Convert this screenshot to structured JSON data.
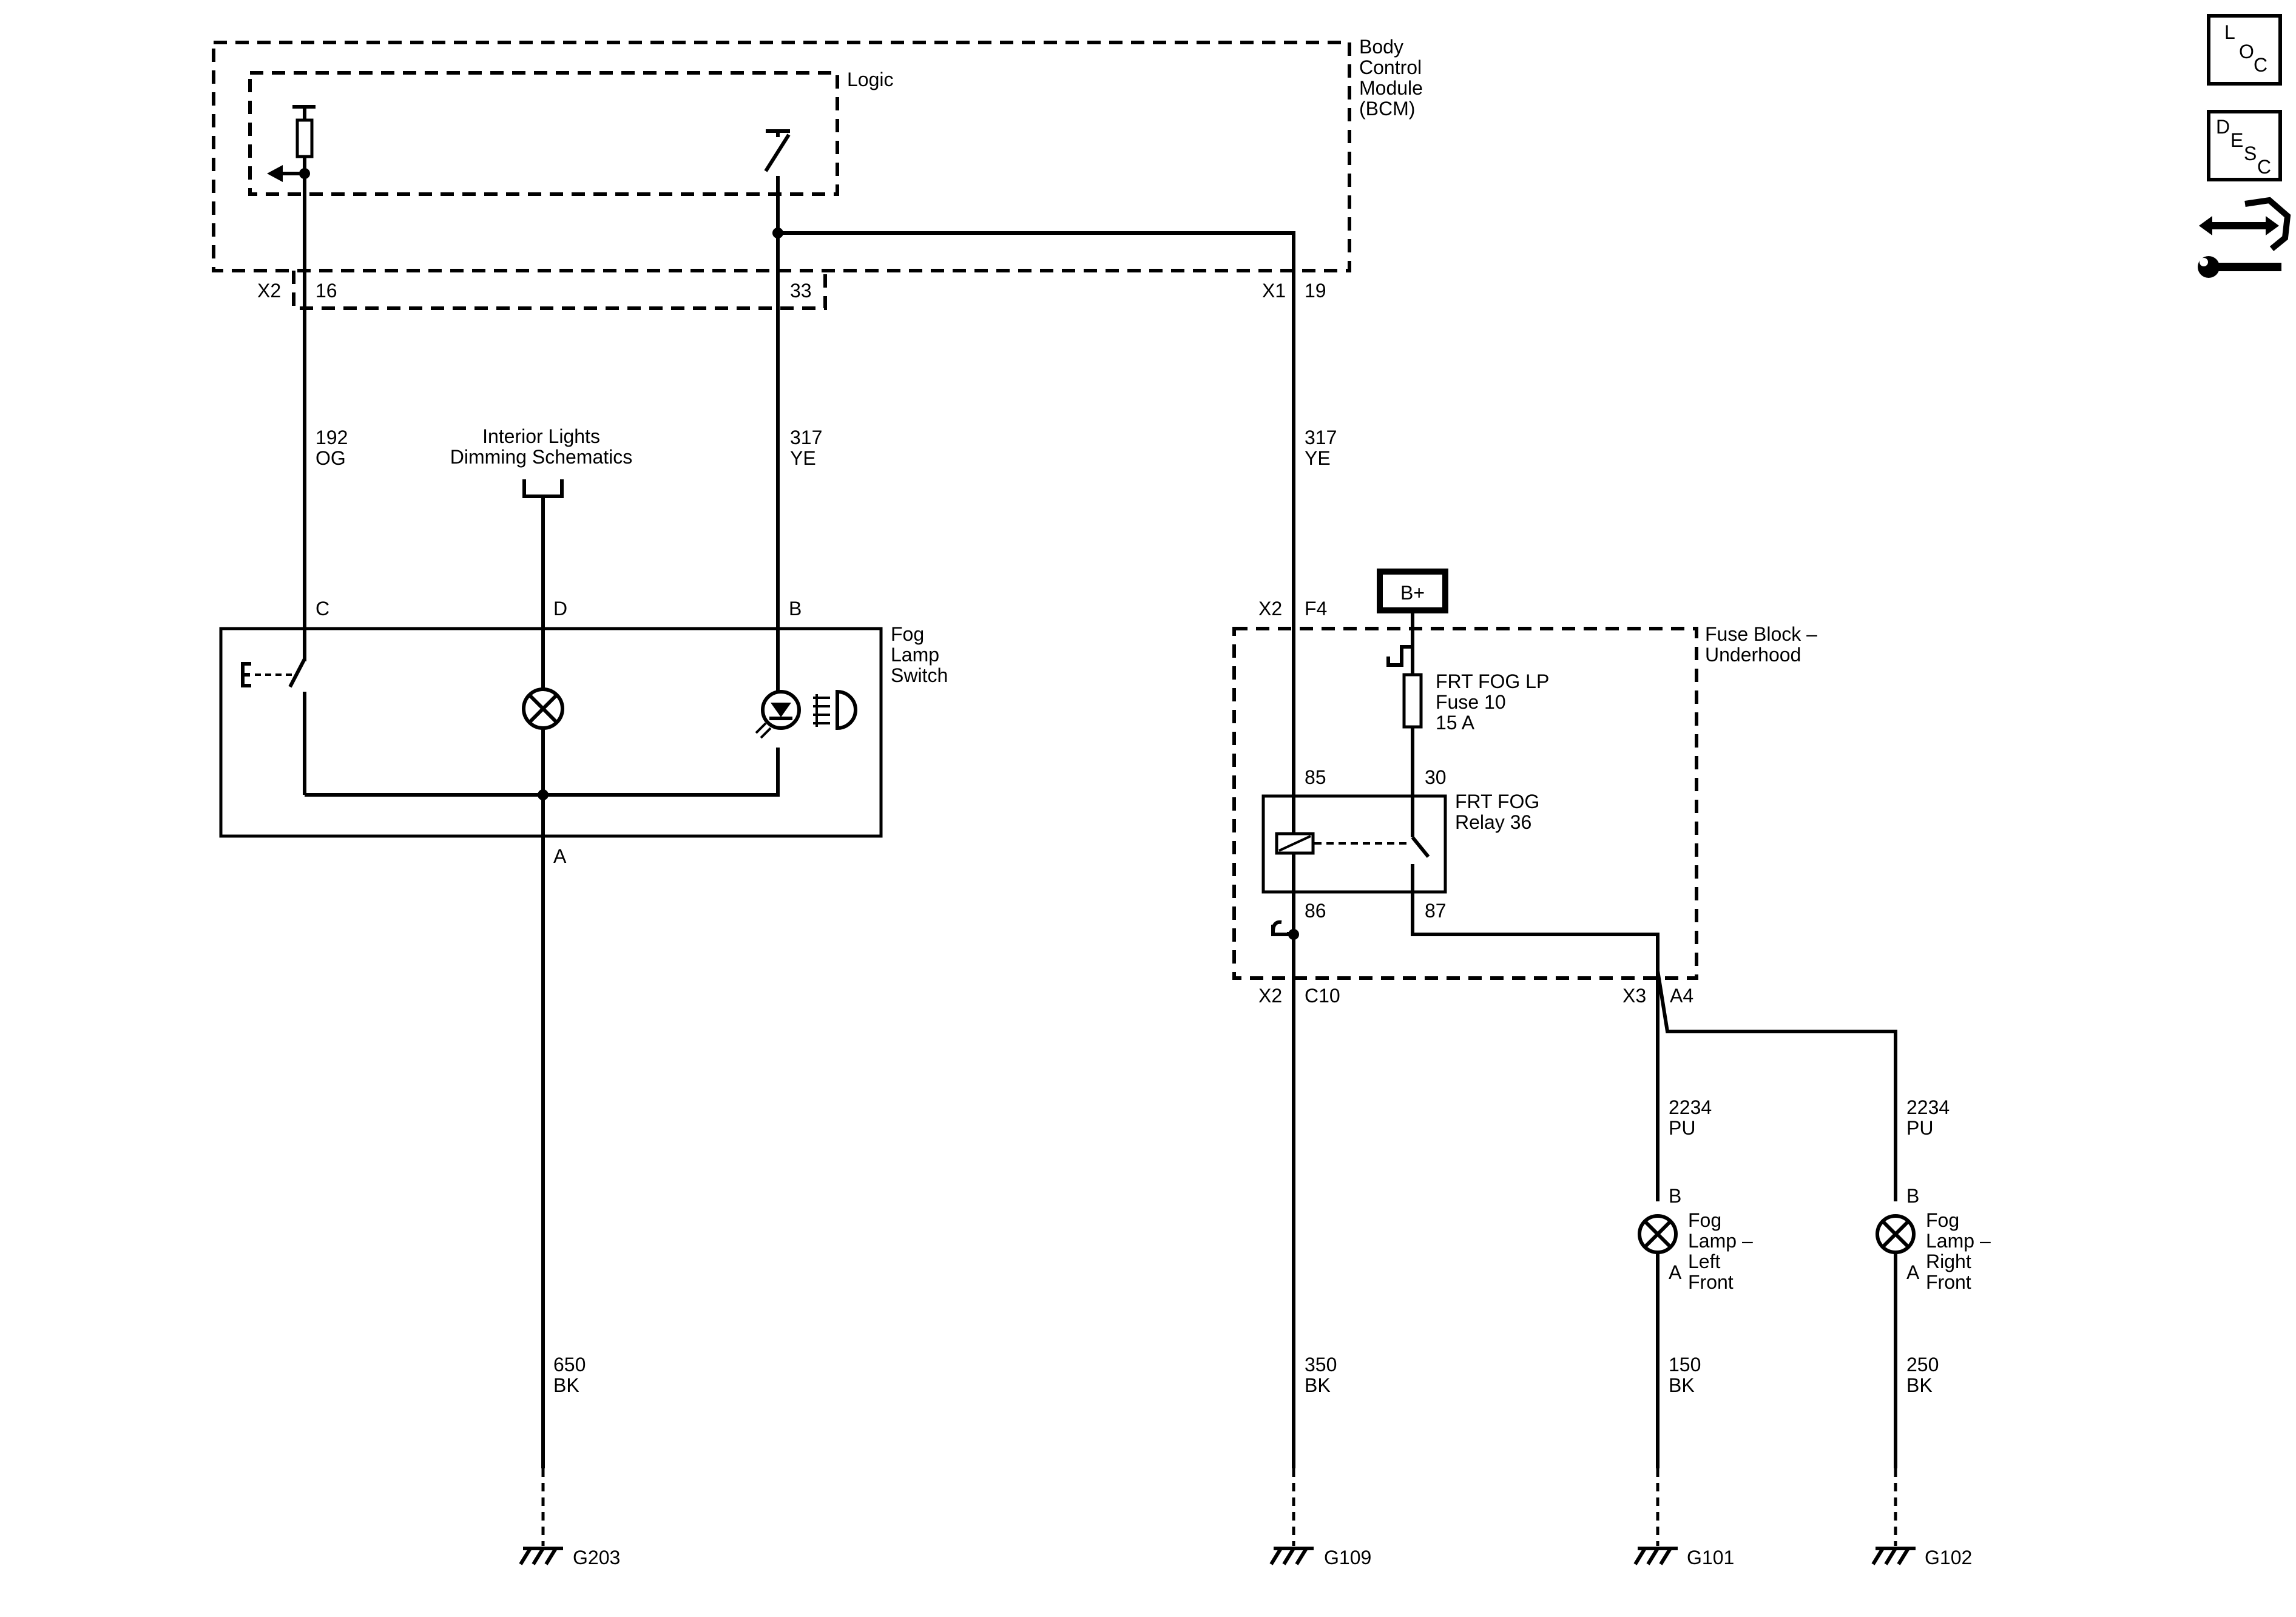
{
  "bcm": {
    "title": [
      "Body",
      "Control",
      "Module",
      "(BCM)"
    ],
    "logic_label": "Logic",
    "conn_x2": "X2",
    "pin_16": "16",
    "pin_33": "33",
    "conn_x1": "X1",
    "pin_19": "19"
  },
  "wires": {
    "w192": [
      "192",
      "OG"
    ],
    "w317a": [
      "317",
      "YE"
    ],
    "w317b": [
      "317",
      "YE"
    ],
    "w650": [
      "650",
      "BK"
    ],
    "w350": [
      "350",
      "BK"
    ],
    "w2234l": [
      "2234",
      "PU"
    ],
    "w2234r": [
      "2234",
      "PU"
    ],
    "w150": [
      "150",
      "BK"
    ],
    "w250": [
      "250",
      "BK"
    ]
  },
  "interior_ref": [
    "Interior Lights",
    "Dimming Schematics"
  ],
  "fog_switch": {
    "title": [
      "Fog",
      "Lamp",
      "Switch"
    ],
    "pin_c": "C",
    "pin_d": "D",
    "pin_b": "B",
    "pin_a": "A"
  },
  "fuse_block": {
    "title": [
      "Fuse Block –",
      "Underhood"
    ],
    "battery": "B+",
    "fuse": [
      "FRT FOG LP",
      "Fuse 10",
      "15 A"
    ],
    "relay": [
      "FRT FOG",
      "Relay 36"
    ],
    "pin_85": "85",
    "pin_30": "30",
    "pin_86": "86",
    "pin_87": "87",
    "conn_x2_top": "X2",
    "pin_f4": "F4",
    "conn_x2_bot": "X2",
    "pin_c10": "C10",
    "conn_x3": "X3",
    "pin_a4": "A4"
  },
  "lamps": {
    "left": {
      "title": [
        "Fog",
        "Lamp –",
        "Left",
        "Front"
      ],
      "pin_b": "B",
      "pin_a": "A"
    },
    "right": {
      "title": [
        "Fog",
        "Lamp –",
        "Right",
        "Front"
      ],
      "pin_b": "B",
      "pin_a": "A"
    }
  },
  "grounds": {
    "g203": "G203",
    "g109": "G109",
    "g101": "G101",
    "g102": "G102"
  },
  "side_icons": {
    "loc": [
      "L",
      "O",
      "C"
    ],
    "desc": [
      "D",
      "E",
      "S",
      "C"
    ],
    "repair_icon": "repair-arrows-wrench-icon"
  }
}
